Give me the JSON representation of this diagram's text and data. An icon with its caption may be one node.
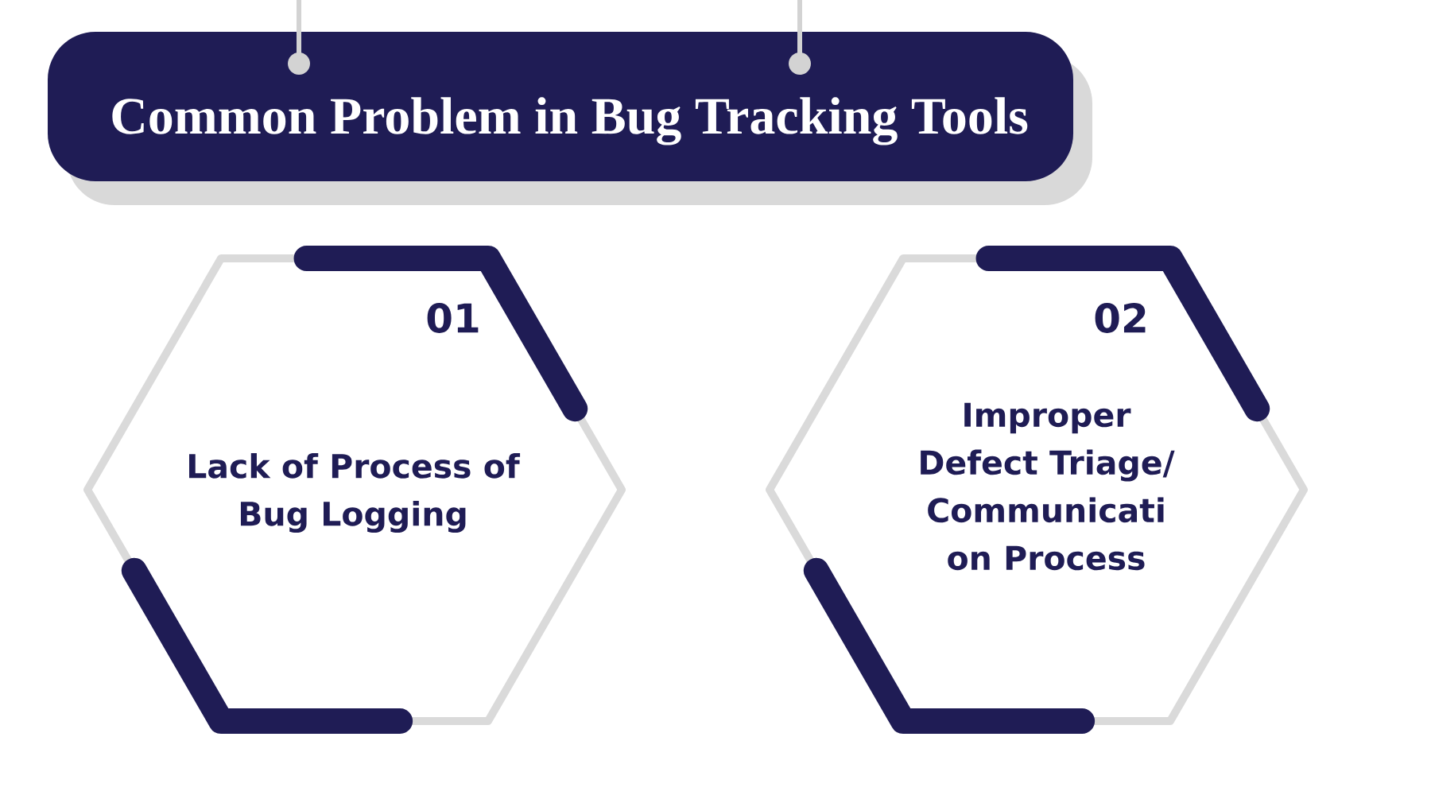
{
  "diagram": {
    "nodes": [
      {
        "text": [
          "Common Problem in Bug Tracking Tools"
        ]
      },
      {
        "text": [
          "01",
          "Lack of Process of Bug Logging"
        ]
      },
      {
        "text": [
          "02",
          "Improper Defect Triage/ Communicati on Process"
        ]
      }
    ]
  }
}
